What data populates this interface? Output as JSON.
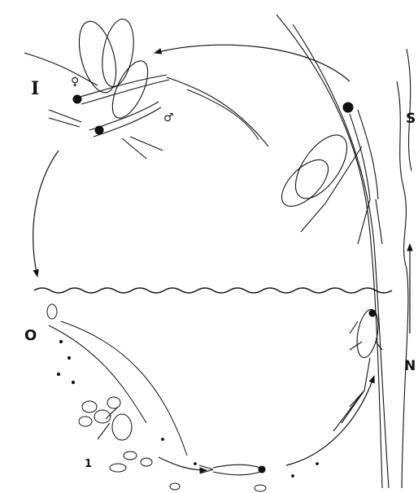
{
  "labels": {
    "imago": "I",
    "subimago": "S",
    "nymph": "N",
    "egg": "O",
    "first_instar": "1"
  },
  "symbols": {
    "female": "♀",
    "male": "♂"
  },
  "colors": {
    "ink": "#111111",
    "paper": "#ffffff"
  }
}
